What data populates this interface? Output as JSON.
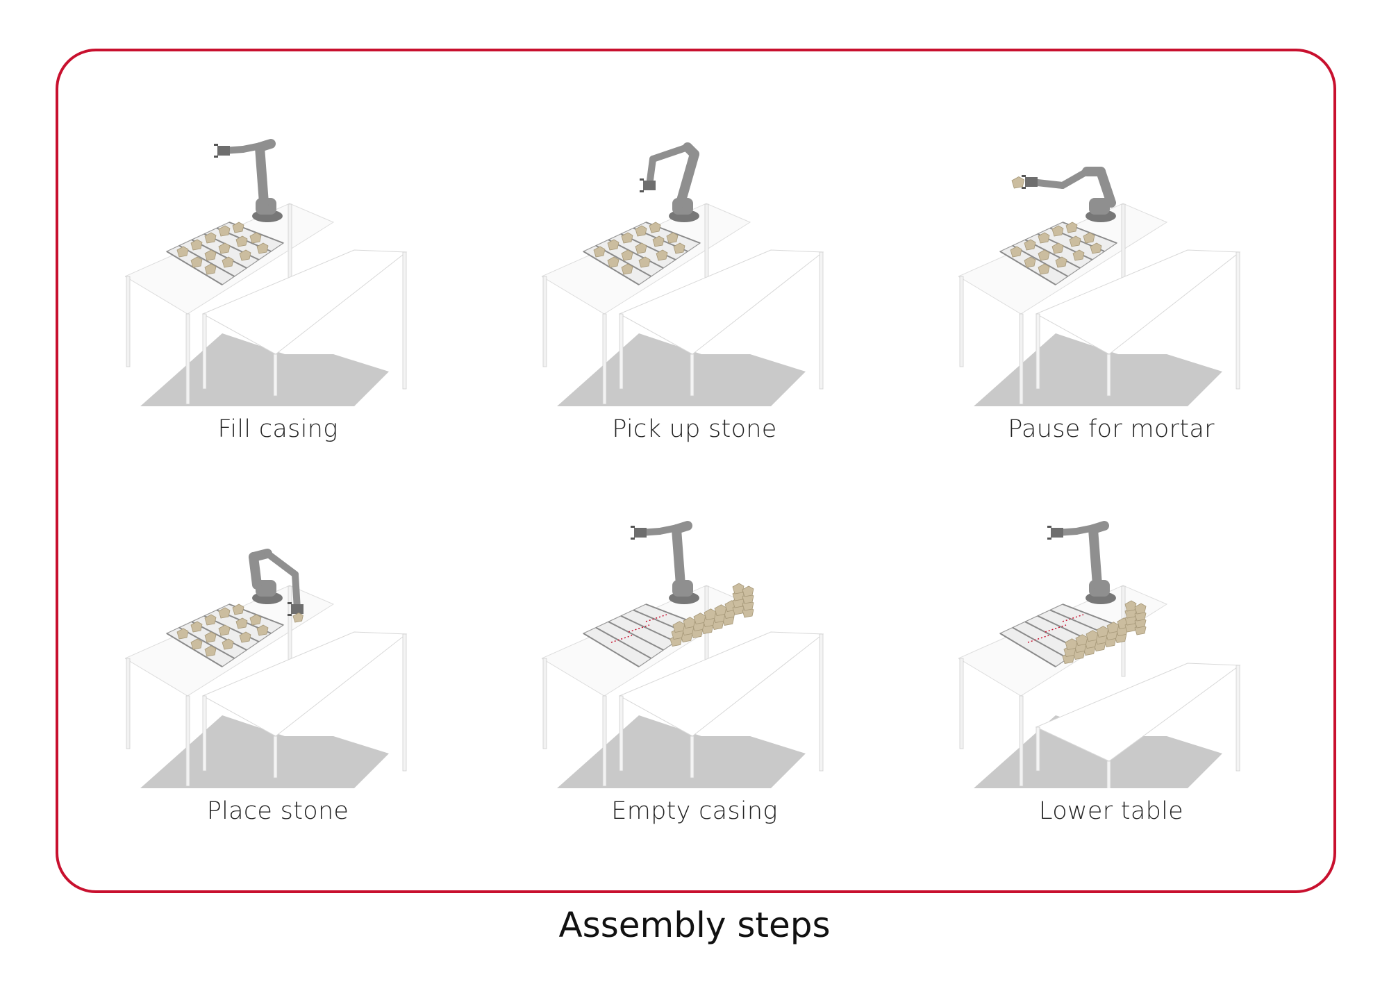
{
  "title": "Assembly steps",
  "panels": [
    {
      "label": "Fill casing"
    },
    {
      "label": "Pick up stone"
    },
    {
      "label": "Pause for mortar"
    },
    {
      "label": "Place stone"
    },
    {
      "label": "Empty casing"
    },
    {
      "label": "Lower table"
    }
  ],
  "colors": {
    "frame": "#c8102e",
    "robot": "#8f8f8f",
    "stone": "#cbbd9f",
    "shadow": "#c9c9c9"
  }
}
